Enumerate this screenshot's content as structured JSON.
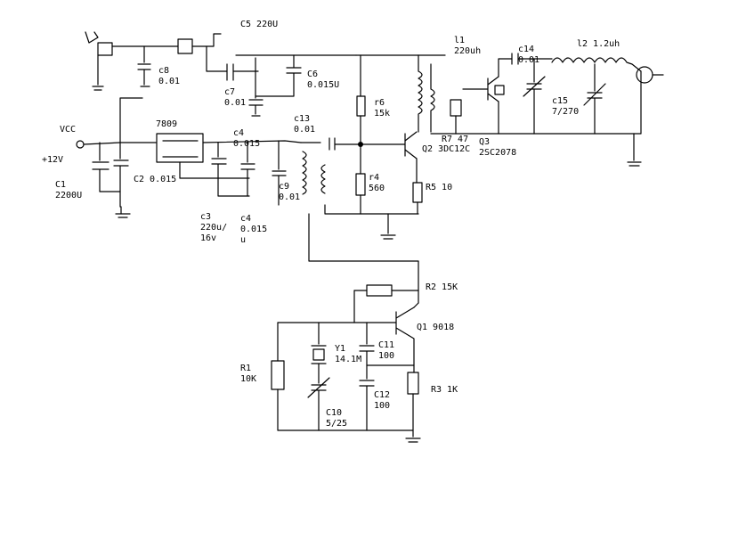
{
  "labels": {
    "vcc": "VCC",
    "v12": "+12V",
    "c1": "C1",
    "c1_val": "2200U",
    "c2": "C2 0.015",
    "reg": "7809",
    "c3": "c3",
    "c3_v1": "220u/",
    "c3_v2": "16v",
    "c4a": "c4",
    "c4a_val": "0.015",
    "c4b": "c4",
    "c4b_v1": "0.015",
    "c4b_v2": "u",
    "c5": "C5 220U",
    "c6": "C6",
    "c6_val": "0.015U",
    "c7": "c7",
    "c7_val": "0.01",
    "c8": "c8",
    "c8_val": "0.01",
    "c9": "c9",
    "c9_val": "0.01",
    "c13": "c13",
    "c13_val": "0.01",
    "r6": "r6",
    "r6_val": "15k",
    "r4": "r4",
    "r4_val": "560",
    "r5": "R5 10",
    "q2": "Q2 3DC12C",
    "r7": "R7 47",
    "q3": "Q3",
    "q3_val": "2SC2078",
    "l1": "l1",
    "l1_val": "220uh",
    "c14": "c14",
    "c14_val": "0.01",
    "l2": "l2 1.2uh",
    "c15": "c15",
    "c15_val": "7/270",
    "r2": "R2 15K",
    "q1": "Q1 9018",
    "y1": "Y1",
    "y1_val": "14.1M",
    "c11": "C11",
    "c11_val": "100",
    "c12": "C12",
    "c12_val": "100",
    "r1": "R1",
    "r1_val": "10K",
    "c10": "C10",
    "c10_val": "5/25",
    "r3": "R3 1K"
  }
}
